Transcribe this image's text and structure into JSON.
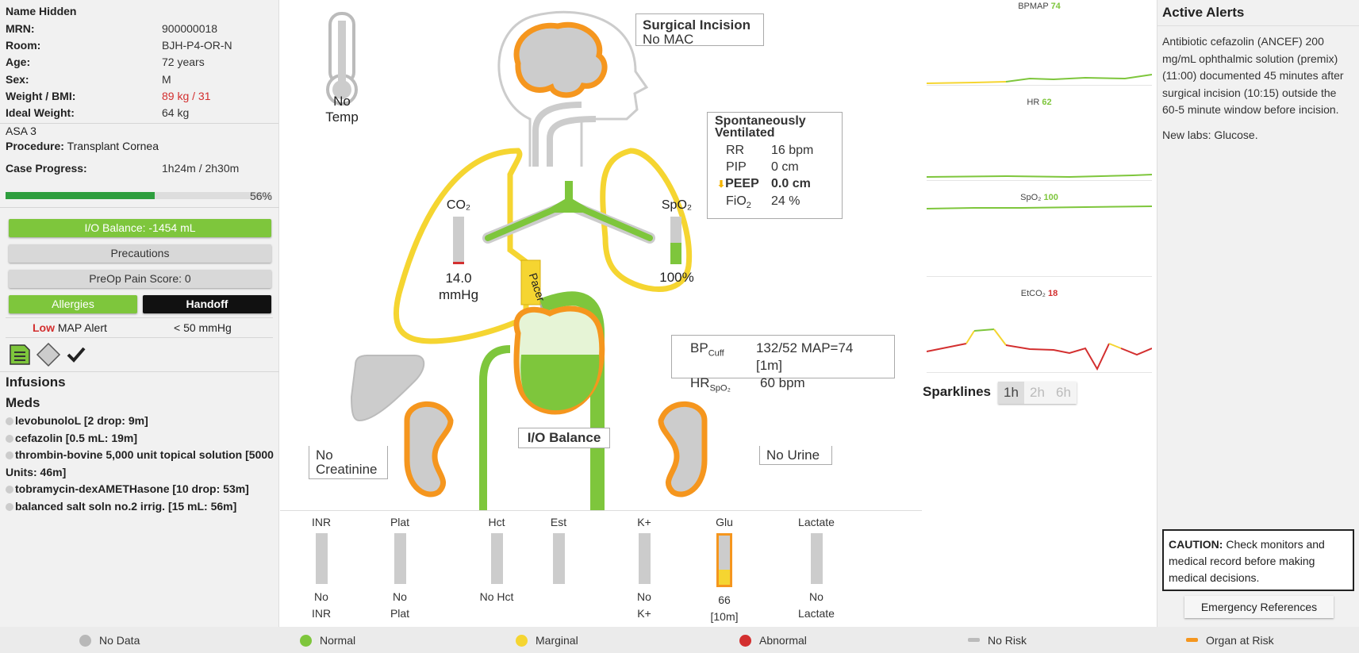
{
  "patient": {
    "name": "Name Hidden",
    "rows": [
      {
        "k": "MRN:",
        "v": "900000018"
      },
      {
        "k": "Room:",
        "v": "BJH-P4-OR-N"
      },
      {
        "k": "Age:",
        "v": "72 years"
      },
      {
        "k": "Sex:",
        "v": "M"
      },
      {
        "k": "Weight / BMI:",
        "v": "89 kg / 31"
      },
      {
        "k": "Ideal Weight:",
        "v": "64 kg"
      }
    ],
    "asa": "ASA 3",
    "procedure_label": "Procedure:",
    "procedure": "Transplant Cornea",
    "progress_label": "Case Progress:",
    "progress_time": "1h24m / 2h30m",
    "progress_pct": 56,
    "progress_text": "56%"
  },
  "buttons": {
    "io_balance": "I/O Balance: -1454 mL",
    "precautions": "Precautions",
    "preop_pain": "PreOp Pain Score: 0",
    "allergies": "Allergies",
    "handoff": "Handoff"
  },
  "map_alert": {
    "low": "Low",
    "label": "MAP Alert",
    "value": "< 50 mmHg"
  },
  "infusions_title": "Infusions",
  "meds_title": "Meds",
  "meds": [
    "levobunoloL [2 drop: 9m]",
    "cefazolin [0.5 mL: 19m]",
    "thrombin-bovine 5,000 unit topical solution [5000 Units: 46m]",
    "tobramycin-dexAMETHasone [10 drop: 53m]",
    "balanced salt soln no.2 irrig. [15 mL: 56m]"
  ],
  "body": {
    "temp": [
      "No",
      "Temp"
    ],
    "surgical_title": "Surgical Incision",
    "surgical_sub": "No MAC",
    "vent_title": "Spontaneously Ventilated",
    "vent": [
      {
        "k": "RR",
        "v": "16 bpm",
        "bold": false
      },
      {
        "k": "PIP",
        "v": "0 cm",
        "bold": false
      },
      {
        "k": "PEEP",
        "v": "0.0 cm",
        "bold": true
      },
      {
        "k": "FiO",
        "sub": "2",
        "v": "24 %",
        "bold": false
      }
    ],
    "co2_label": "CO₂",
    "co2_value": "14.0",
    "co2_unit": "mmHg",
    "spo2_label": "SpO₂",
    "spo2_value": "100%",
    "spo2_fill": 0.45,
    "pacer": "Pacer",
    "bp_label": "BP",
    "bp_sub": "Cuff",
    "bp_value": "132/52 MAP=74 [1m]",
    "hr_label": "HR",
    "hr_sub": "SpO₂",
    "hr_value": "60 bpm",
    "io_balance": "I/O Balance",
    "creatinine": [
      "No",
      "Creatinine"
    ],
    "urine": "No Urine"
  },
  "labs": [
    {
      "name": "INR",
      "v1": "No",
      "v2": "INR"
    },
    {
      "name": "Plat",
      "v1": "No",
      "v2": "Plat"
    },
    {
      "name": "Hct",
      "v1": "No Hct",
      "v2": ""
    },
    {
      "name": "Est",
      "v1": "",
      "v2": ""
    },
    {
      "name": "K+",
      "v1": "No",
      "v2": "K+"
    },
    {
      "name": "Glu",
      "v1": "66",
      "v2": "[10m]"
    },
    {
      "name": "Lactate",
      "v1": "No",
      "v2": "Lactate"
    }
  ],
  "sparks": {
    "bpmap_label": "BPMAP",
    "bpmap_val": "74",
    "hr_label": "HR",
    "hr_val": "62",
    "spo2_label": "SpO₂",
    "spo2_val": "100",
    "etco2_label": "EtCO₂",
    "etco2_val": "18",
    "title": "Sparklines",
    "ranges": [
      "1h",
      "2h",
      "6h"
    ]
  },
  "alerts": {
    "title": "Active Alerts",
    "text1": "Antibiotic cefazolin (ANCEF) 200 mg/mL ophthalmic solution (premix) (11:00) documented 45 minutes after surgical incision (10:15) outside the 60-5 minute window before incision.",
    "text2": "New labs: Glucose.",
    "caution_bold": "CAUTION:",
    "caution_text": " Check monitors and medical record before making medical decisions.",
    "emergency": "Emergency References"
  },
  "legend": [
    "No Data",
    "Normal",
    "Marginal",
    "Abnormal",
    "No Risk",
    "Organ at Risk"
  ],
  "colors": {
    "normal": "#7ec63c",
    "marginal": "#f5d531",
    "abnormal": "#d32f2f",
    "nodata": "#b8b8b8",
    "organ_risk": "#f5961e"
  }
}
